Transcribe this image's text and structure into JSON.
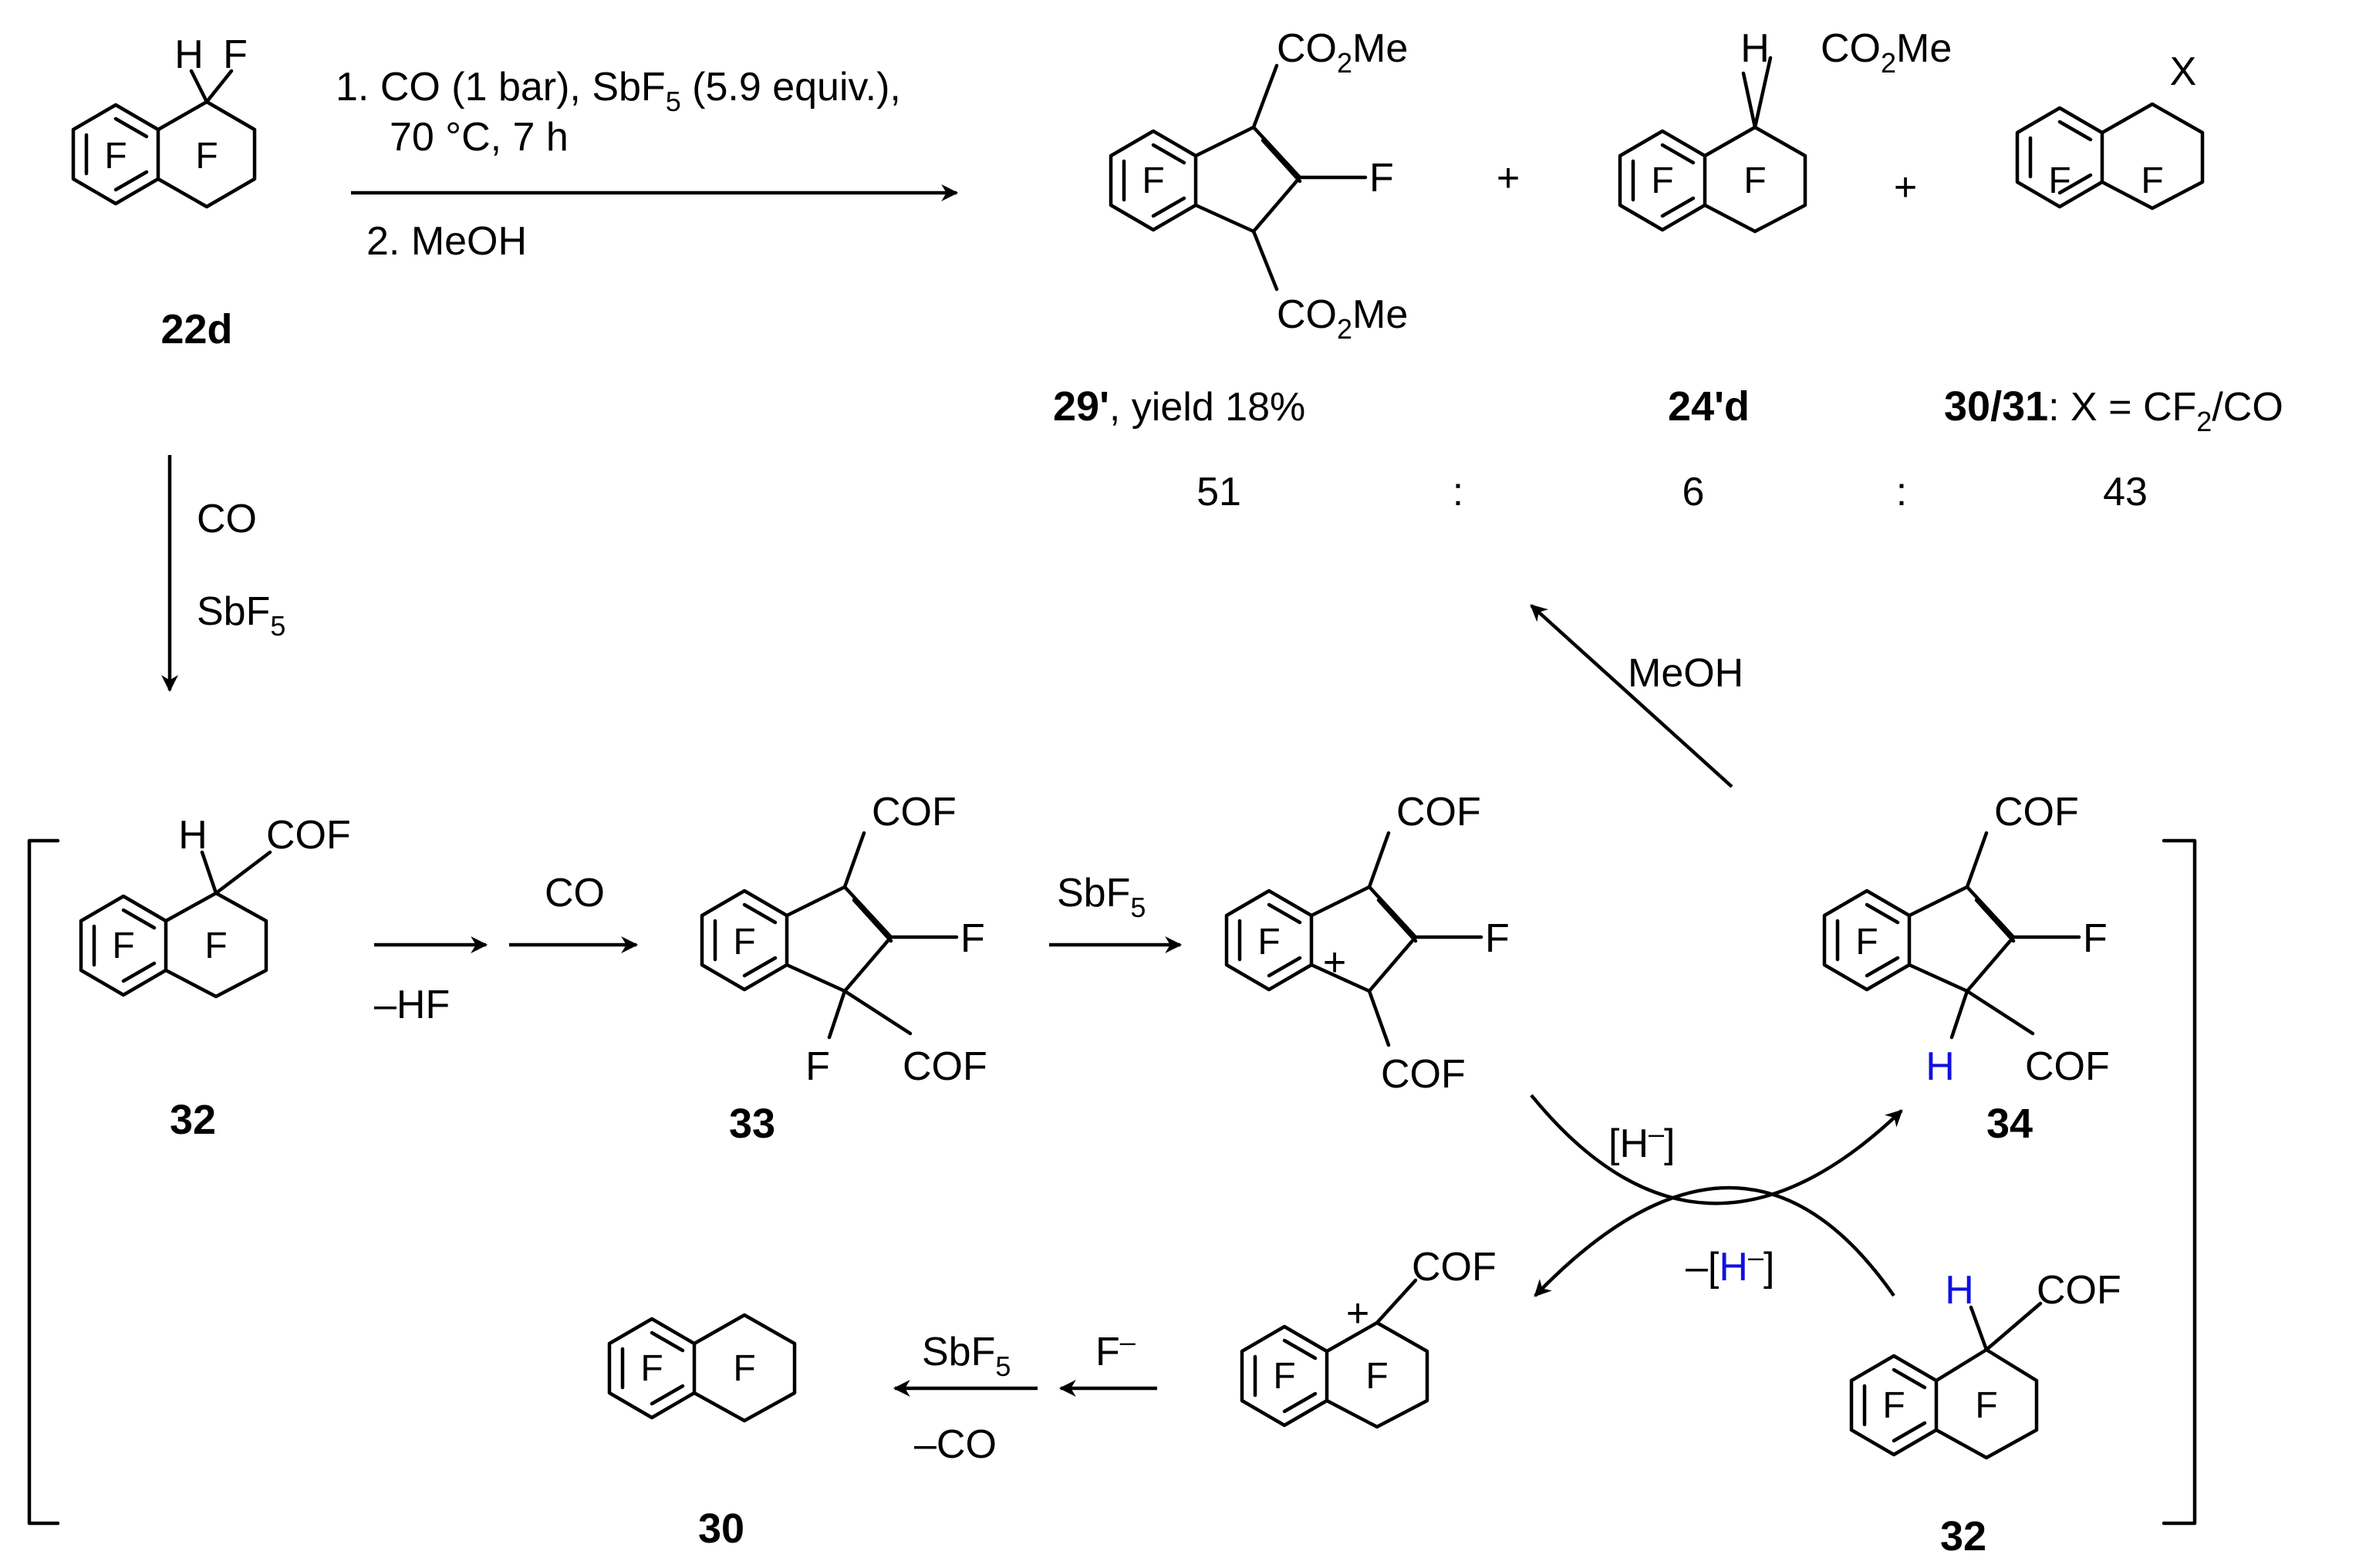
{
  "conditions": {
    "step1_line1": "1. CO (1 bar), SbF",
    "step1_sbf_sub": "5",
    "step1_equiv": " (5.9 equiv.),",
    "step1_line2": "70 °C, 7 h",
    "step2": "2. MeOH"
  },
  "atoms": {
    "H": "H",
    "F": "F",
    "X": "X",
    "plus": "+",
    "CO2Me_a": "CO",
    "CO2Me_sub": "2",
    "CO2Me_b": "Me",
    "COF": "COF",
    "cation": "+"
  },
  "labels": {
    "c22d": "22d",
    "c29": "29'",
    "c29_yield": ", yield 18%",
    "c24": "24'd",
    "c3031": "30/31",
    "c3031_def_a": ": X = CF",
    "c3031_def_sub": "2",
    "c3031_def_b": "/CO",
    "c32": "32",
    "c33": "33",
    "c34": "34",
    "c30": "30"
  },
  "ratio": {
    "r1": "51",
    "sep": ":",
    "r2": "6",
    "r3": "43"
  },
  "reagents": {
    "CO": "CO",
    "SbF": "SbF",
    "SbF_sub": "5",
    "minusHF": "–HF",
    "MeOH": "MeOH",
    "hydride_open": "[H",
    "hydride_minus": "–",
    "hydride_close": "]",
    "neg_hydride_prefix": "–[",
    "H_letter": "H",
    "F_anion": "F",
    "F_anion_minus": "–",
    "minusCO": "–CO"
  }
}
